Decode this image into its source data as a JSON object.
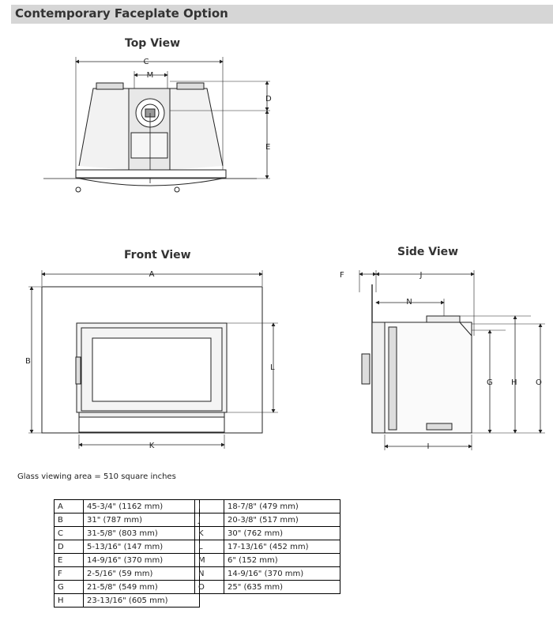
{
  "header": {
    "title": "Contemporary Faceplate Option"
  },
  "views": {
    "top": "Top View",
    "front": "Front View",
    "side": "Side View"
  },
  "labels": {
    "A": "A",
    "B": "B",
    "C": "C",
    "D": "D",
    "E": "E",
    "F": "F",
    "G": "G",
    "H": "H",
    "I": "I",
    "J": "J",
    "K": "K",
    "L": "L",
    "M": "M",
    "N": "N",
    "O": "O"
  },
  "glass_note": "Glass viewing area = 510 square inches",
  "table_left": [
    {
      "key": "A",
      "value": "45-3/4\" (1162 mm)"
    },
    {
      "key": "B",
      "value": "31\" (787 mm)"
    },
    {
      "key": "C",
      "value": "31-5/8\" (803 mm)"
    },
    {
      "key": "D",
      "value": "5-13/16\" (147 mm)"
    },
    {
      "key": "E",
      "value": "14-9/16\" (370 mm)"
    },
    {
      "key": "F",
      "value": "2-5/16\" (59 mm)"
    },
    {
      "key": "G",
      "value": "21-5/8\" (549 mm)"
    },
    {
      "key": "H",
      "value": "23-13/16\" (605 mm)"
    }
  ],
  "table_right": [
    {
      "key": "I",
      "value": "18-7/8\" (479 mm)"
    },
    {
      "key": "J",
      "value": "20-3/8\" (517 mm)"
    },
    {
      "key": "K",
      "value": "30\" (762 mm)"
    },
    {
      "key": "L",
      "value": "17-13/16\" (452 mm)"
    },
    {
      "key": "M",
      "value": "6\" (152 mm)"
    },
    {
      "key": "N",
      "value": "14-9/16\" (370 mm)"
    },
    {
      "key": "O",
      "value": "25\" (635 mm)"
    }
  ]
}
